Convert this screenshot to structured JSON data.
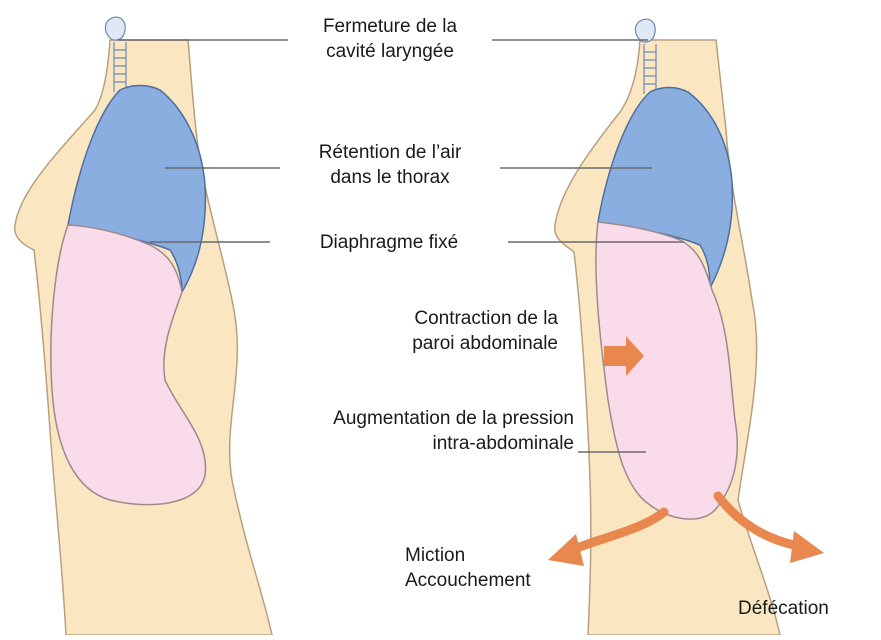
{
  "labels": {
    "laryngeal_closure_line1": "Fermeture de la",
    "laryngeal_closure_line2": "cavité laryngée",
    "air_retention_line1": "Rétention de l’air",
    "air_retention_line2": "dans le thorax",
    "fixed_diaphragm": "Diaphragme fixé",
    "wall_contraction_line1": "Contraction de la",
    "wall_contraction_line2": "paroi abdominale",
    "pressure_increase_line1": "Augmentation de la pression",
    "pressure_increase_line2": "intra-abdominale",
    "miction": "Miction",
    "accouchement": "Accouchement",
    "defecation": "Défécation"
  },
  "colors": {
    "skin": "#fbe6c2",
    "outline": "#b8a07e",
    "lung": "#8aaee0",
    "lung_outline": "#4f6e9e",
    "abdomen": "#f9dbe9",
    "abdomen_outline": "#9b8a8e",
    "arrow": "#e8874e",
    "leader_line": "#6a6a6a",
    "text": "#1a1a1a"
  }
}
